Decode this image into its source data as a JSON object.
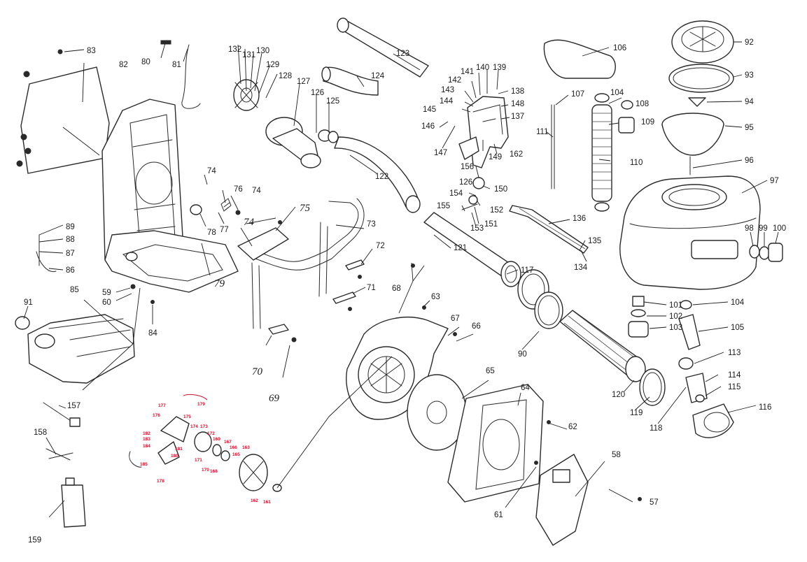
{
  "labels": {
    "l57": "57",
    "l58": "58",
    "l59": "59",
    "l60": "60",
    "l61": "61",
    "l62": "62",
    "l63": "63",
    "l64": "64",
    "l65": "65",
    "l66": "66",
    "l67": "67",
    "l68": "68",
    "l69": "69",
    "l70": "70",
    "l71": "71",
    "l72": "72",
    "l73": "73",
    "l74a": "74",
    "l74b": "74",
    "l74c": "74",
    "l75": "75",
    "l76": "76",
    "l77": "77",
    "l78": "78",
    "l79": "79",
    "l80": "80",
    "l81": "81",
    "l82": "82",
    "l83": "83",
    "l84": "84",
    "l85": "85",
    "l86": "86",
    "l87": "87",
    "l88": "88",
    "l89": "89",
    "l90": "90",
    "l91": "91",
    "l92": "92",
    "l93": "93",
    "l94": "94",
    "l95": "95",
    "l96": "96",
    "l97": "97",
    "l98": "98",
    "l99": "99",
    "l100": "100",
    "l101": "101",
    "l102": "102",
    "l103": "103",
    "l104a": "104",
    "l104b": "104",
    "l105": "105",
    "l106": "106",
    "l107": "107",
    "l108": "108",
    "l109": "109",
    "l110": "110",
    "l111": "111",
    "l113": "113",
    "l114": "114",
    "l115": "115",
    "l116": "116",
    "l117": "117",
    "l118": "118",
    "l119": "119",
    "l120": "120",
    "l121": "121",
    "l122": "122",
    "l123": "123",
    "l124": "124",
    "l125": "125",
    "l126a": "126",
    "l126b": "126",
    "l127": "127",
    "l128": "128",
    "l129": "129",
    "l130": "130",
    "l131": "131",
    "l132": "132",
    "l134": "134",
    "l135": "135",
    "l136": "136",
    "l137": "137",
    "l138": "138",
    "l139": "139",
    "l140": "140",
    "l141": "141",
    "l142": "142",
    "l143": "143",
    "l144": "144",
    "l145": "145",
    "l146": "146",
    "l147": "147",
    "l148": "148",
    "l149": "149",
    "l150": "150",
    "l151": "151",
    "l152": "152",
    "l153": "153",
    "l154": "154",
    "l155": "155",
    "l156": "156",
    "l157": "157",
    "l158": "158",
    "l159": "159",
    "l162": "162"
  },
  "red_labels": {
    "r161": "161",
    "r162": "162",
    "r163": "163",
    "r165": "165",
    "r166": "166",
    "r167": "167",
    "r168": "168",
    "r169": "169",
    "r170": "170",
    "r171": "171",
    "r172": "172",
    "r173": "173",
    "r174": "174",
    "r175": "175",
    "r176": "176",
    "r177": "177",
    "r178": "178",
    "r179": "179",
    "r180": "180",
    "r181": "181",
    "r182": "182",
    "r183": "183",
    "r184": "184",
    "r185": "185"
  }
}
